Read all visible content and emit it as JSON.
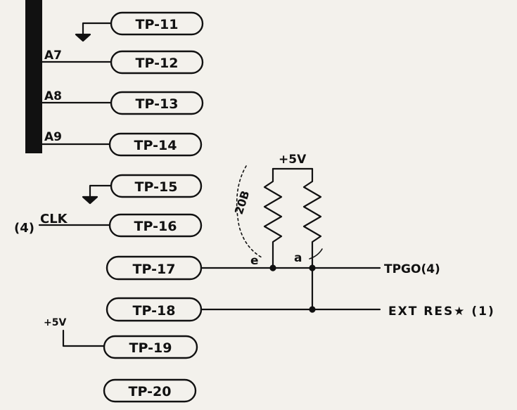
{
  "schematic": {
    "test_points": [
      {
        "id": "tp11",
        "label": "TP-11"
      },
      {
        "id": "tp12",
        "label": "TP-12"
      },
      {
        "id": "tp13",
        "label": "TP-13"
      },
      {
        "id": "tp14",
        "label": "TP-14"
      },
      {
        "id": "tp15",
        "label": "TP-15"
      },
      {
        "id": "tp16",
        "label": "TP-16"
      },
      {
        "id": "tp17",
        "label": "TP-17"
      },
      {
        "id": "tp18",
        "label": "TP-18"
      },
      {
        "id": "tp19",
        "label": "TP-19"
      },
      {
        "id": "tp20",
        "label": "TP-20"
      }
    ],
    "net_labels": {
      "a7": "A7",
      "a8": "A8",
      "a9": "A9",
      "clk": "CLK",
      "clk_ref": "(4)",
      "vcc_top": "+5V",
      "vcc_left": "+5V",
      "tp60": "TPGO(4)",
      "ext_res": "EXT RES★ (1)"
    },
    "component_labels": {
      "res_ref": "20B",
      "pin_e": "e",
      "pin_a": "a"
    }
  }
}
